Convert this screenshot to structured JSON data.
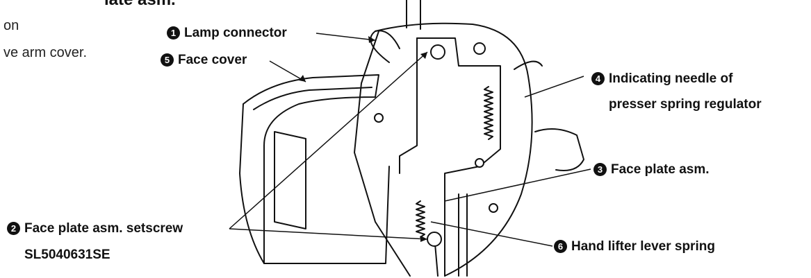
{
  "heading_fragment": "late asm.",
  "instructions": {
    "line1": "on",
    "line2": "ve arm cover."
  },
  "callouts": [
    {
      "number": "1",
      "label": "Lamp connector"
    },
    {
      "number": "5",
      "label": "Face cover"
    },
    {
      "number": "4",
      "label": "Indicating needle of"
    },
    {
      "number": "",
      "label": "presser spring regulator"
    },
    {
      "number": "3",
      "label": "Face plate asm."
    },
    {
      "number": "2",
      "label": "Face plate asm. setscrew"
    },
    {
      "number": "",
      "label": "SL5040631SE"
    },
    {
      "number": "6",
      "label": "Hand lifter lever spring"
    }
  ]
}
